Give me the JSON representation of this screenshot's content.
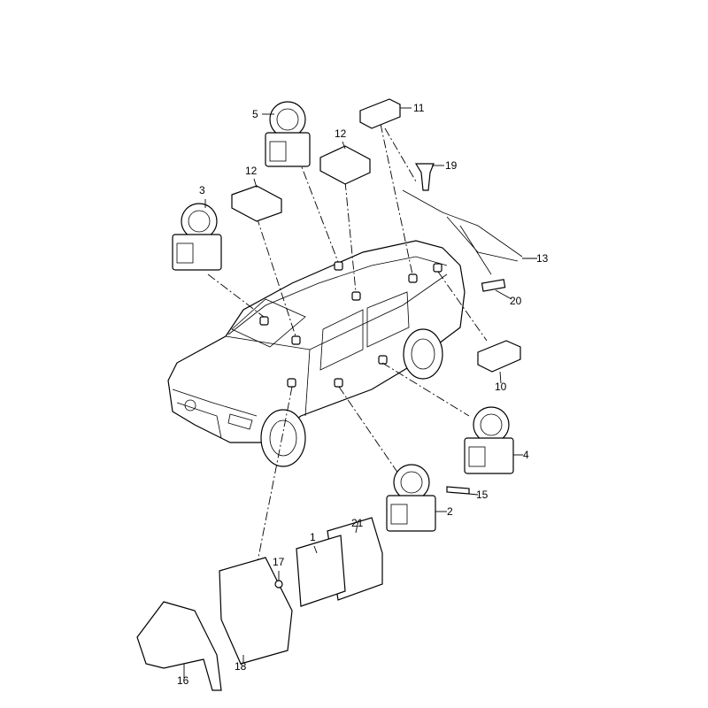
{
  "diagram": {
    "callouts": [
      {
        "id": "motor-rear-right",
        "text": "5"
      },
      {
        "id": "sensor-11",
        "text": "11"
      },
      {
        "id": "module-12-rear",
        "text": "12"
      },
      {
        "id": "module-12-front",
        "text": "12"
      },
      {
        "id": "clip-19",
        "text": "19"
      },
      {
        "id": "motor-front-left",
        "text": "3"
      },
      {
        "id": "harness-13",
        "text": "13"
      },
      {
        "id": "pad-20",
        "text": "20"
      },
      {
        "id": "sensor-10",
        "text": "10"
      },
      {
        "id": "motor-rear-left",
        "text": "4"
      },
      {
        "id": "screw-15",
        "text": "15"
      },
      {
        "id": "motor-front-right",
        "text": "2"
      },
      {
        "id": "shield-21",
        "text": "21"
      },
      {
        "id": "control-unit-1",
        "text": "1"
      },
      {
        "id": "nut-17",
        "text": "17"
      },
      {
        "id": "bracket-18",
        "text": "18"
      },
      {
        "id": "bracket-16",
        "text": "16"
      }
    ]
  }
}
